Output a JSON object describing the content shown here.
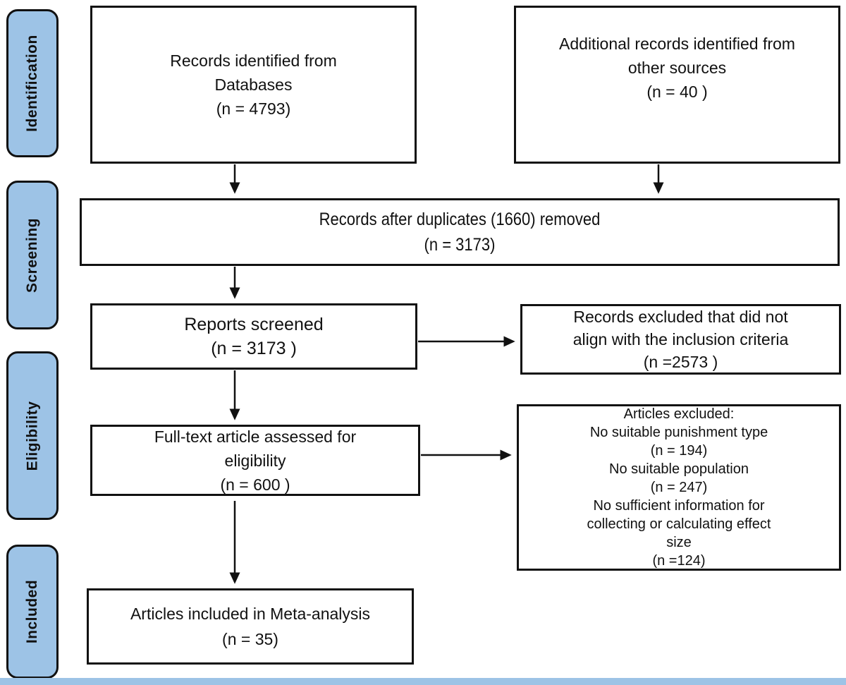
{
  "figure": {
    "type": "prisma-flow-diagram",
    "stages": [
      {
        "label": "Identification"
      },
      {
        "label": "Screening"
      },
      {
        "label": "Eligibility"
      },
      {
        "label": "Included"
      }
    ],
    "boxes": {
      "records_identified": {
        "lines": [
          "Records identified from",
          "Databases",
          "(n = 4793)"
        ]
      },
      "additional_records": {
        "lines": [
          "Additional records identified from",
          "other sources",
          "(n = 40 )"
        ]
      },
      "after_duplicates": {
        "lines": [
          "Records after duplicates (1660) removed",
          "(n = 3173)"
        ]
      },
      "reports_screened": {
        "lines": [
          "Reports screened",
          "(n = 3173 )"
        ]
      },
      "records_excluded": {
        "lines": [
          "Records excluded that did not",
          "align with the inclusion criteria",
          "(n =2573 )"
        ]
      },
      "fulltext_assessed": {
        "lines": [
          "Full-text article assessed for",
          "eligibility",
          "(n = 600 )"
        ]
      },
      "articles_excluded": {
        "lines": [
          "Articles excluded:",
          "No suitable punishment type",
          "(n = 194)",
          "No suitable population",
          "(n = 247)",
          "No sufficient information for",
          "collecting or calculating effect",
          "size",
          "(n =124)"
        ]
      },
      "included_meta_analysis": {
        "lines": [
          "Articles included in Meta-analysis",
          "(n = 35)"
        ]
      }
    },
    "colors": {
      "stage_fill": "#9DC3E6",
      "line": "#111111",
      "box_fill": "#ffffff"
    }
  }
}
